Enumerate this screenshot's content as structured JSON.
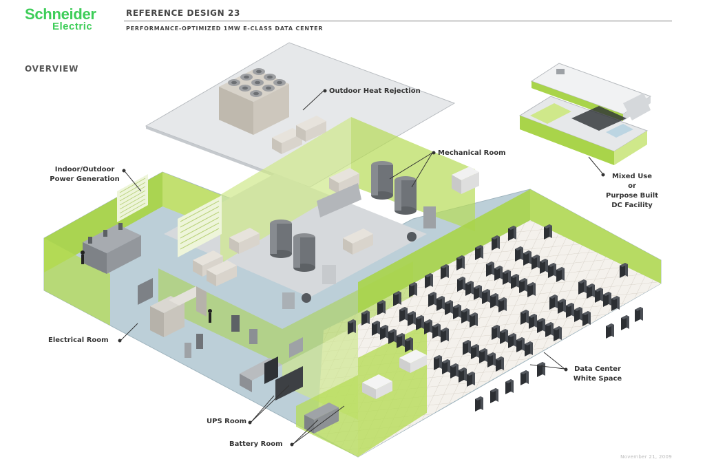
{
  "brand": {
    "line1": "Schneider",
    "line2": "Electric",
    "color": "#3dcd58"
  },
  "header": {
    "title": "REFERENCE DESIGN 23",
    "subtitle": "PERFORMANCE-OPTIMIZED 1MW E-CLASS DATA CENTER"
  },
  "section_label": "OVERVIEW",
  "labels": {
    "outdoor_heat_rejection": "Outdoor Heat Rejection",
    "mechanical_room": "Mechanical Room",
    "power_generation_1": "Indoor/Outdoor",
    "power_generation_2": "Power Generation",
    "mixed_use_1": "Mixed Use",
    "mixed_use_2": "or",
    "mixed_use_3": "Purpose Built",
    "mixed_use_4": "DC Facility",
    "electrical_room": "Electrical Room",
    "data_center_1": "Data Center",
    "data_center_2": "White Space",
    "ups_room": "UPS Room",
    "battery_room": "Battery Room"
  },
  "footer": {
    "date": "November 21, 2009"
  },
  "colors": {
    "wall_green": "#a9d44a",
    "wall_light": "#cfe88a",
    "floor_blue": "#bccfd8",
    "floor_grey": "#d6d9dc",
    "rack": "#2c2f33",
    "tile": "#f4f1ec"
  }
}
